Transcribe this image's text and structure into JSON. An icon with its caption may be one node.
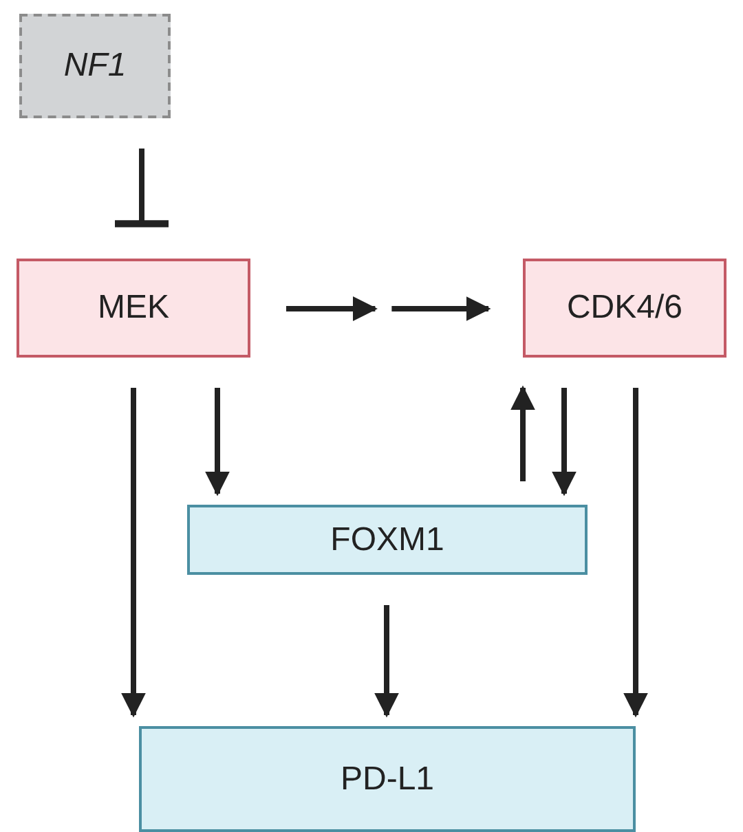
{
  "diagram": {
    "nodes": [
      {
        "text": [
          "NF1"
        ]
      },
      {
        "text": [
          "MEK"
        ]
      },
      {
        "text": [
          "CDK4/6"
        ]
      },
      {
        "text": [
          "FOXM1"
        ]
      },
      {
        "text": [
          "PD-L1"
        ]
      }
    ],
    "edges": [
      {
        "from": 0,
        "to": 1,
        "arrow": "other"
      },
      {
        "from": 1,
        "to": 2,
        "arrow": "to",
        "style": "dashed"
      },
      {
        "from": 1,
        "to": 4,
        "arrow": "to"
      },
      {
        "from": 1,
        "to": 3,
        "arrow": "to"
      },
      {
        "from": 3,
        "to": 2,
        "arrow": "to"
      },
      {
        "from": 2,
        "to": 3,
        "arrow": "to"
      },
      {
        "from": 2,
        "to": 4,
        "arrow": "to"
      },
      {
        "from": 3,
        "to": 4,
        "arrow": "to"
      }
    ]
  }
}
